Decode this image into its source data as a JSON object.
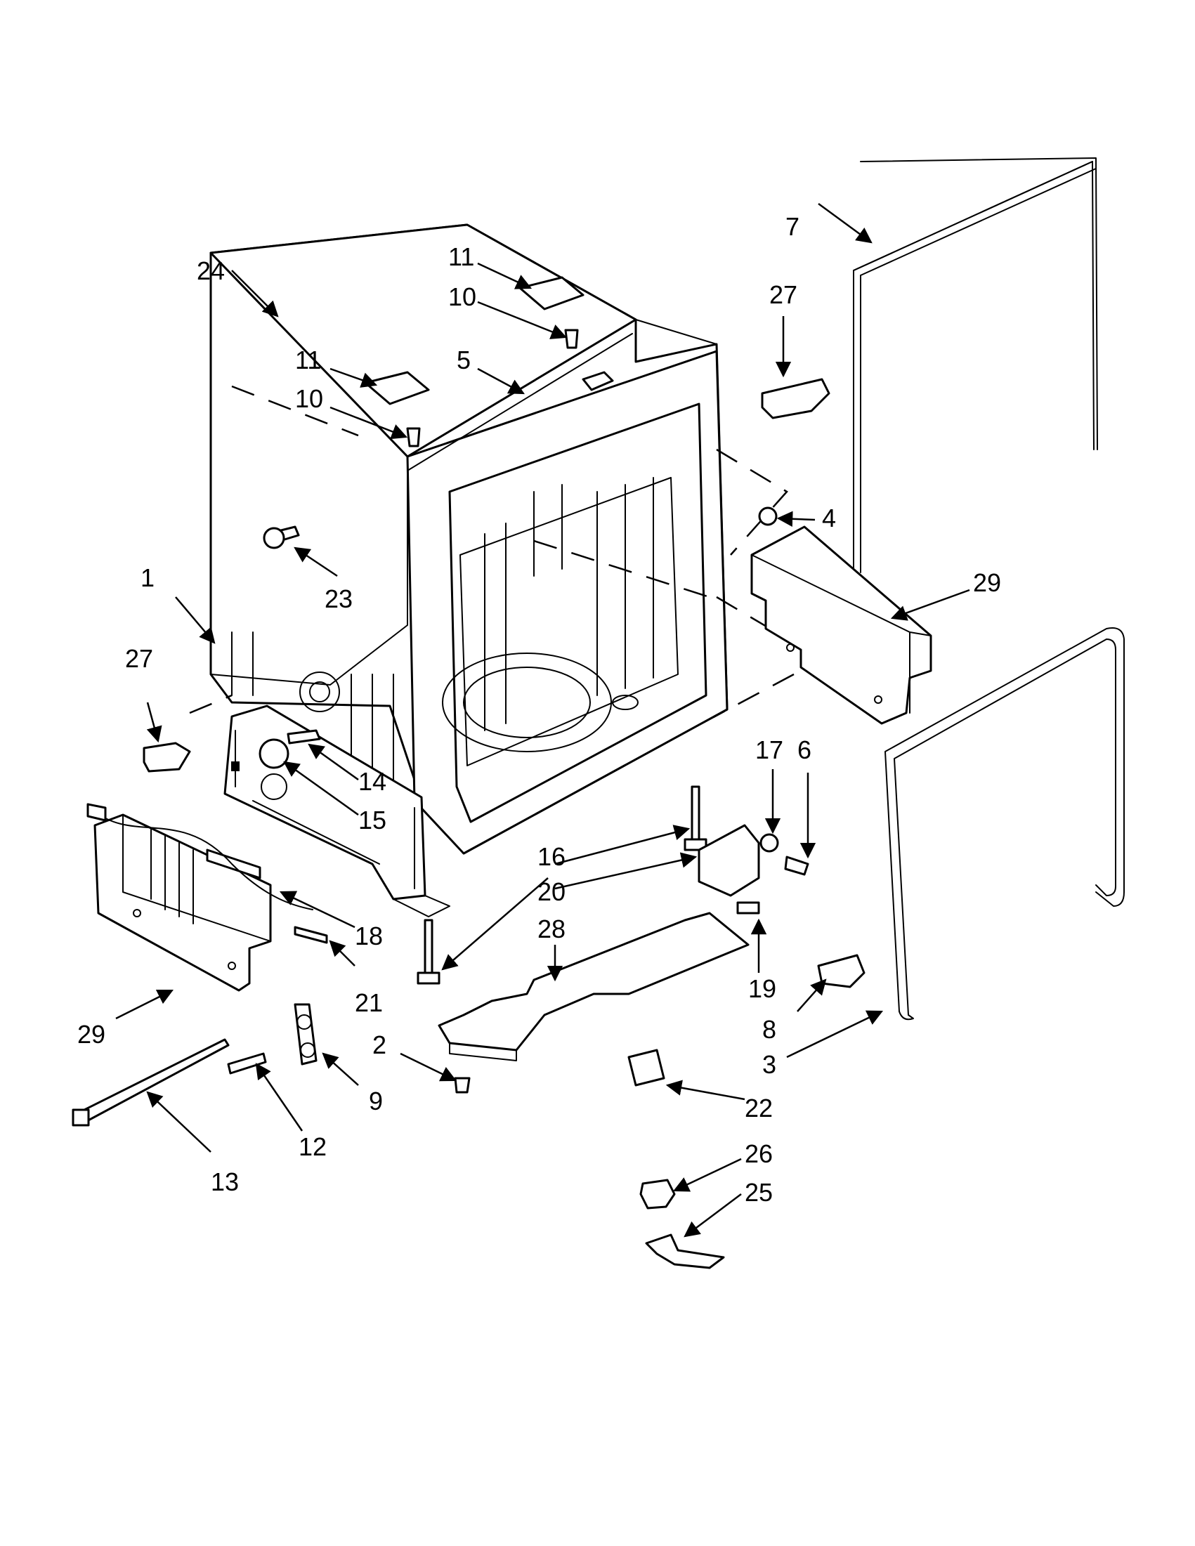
{
  "callouts": [
    {
      "key": "c1",
      "label": "1"
    },
    {
      "key": "c2",
      "label": "2"
    },
    {
      "key": "c3",
      "label": "3"
    },
    {
      "key": "c4",
      "label": "4"
    },
    {
      "key": "c5",
      "label": "5"
    },
    {
      "key": "c6",
      "label": "6"
    },
    {
      "key": "c7",
      "label": "7"
    },
    {
      "key": "c8",
      "label": "8"
    },
    {
      "key": "c9",
      "label": "9"
    },
    {
      "key": "c10a",
      "label": "10"
    },
    {
      "key": "c10b",
      "label": "10"
    },
    {
      "key": "c11a",
      "label": "11"
    },
    {
      "key": "c11b",
      "label": "11"
    },
    {
      "key": "c12",
      "label": "12"
    },
    {
      "key": "c13",
      "label": "13"
    },
    {
      "key": "c14",
      "label": "14"
    },
    {
      "key": "c15",
      "label": "15"
    },
    {
      "key": "c16a",
      "label": "16"
    },
    {
      "key": "c17",
      "label": "17"
    },
    {
      "key": "c18",
      "label": "18"
    },
    {
      "key": "c19",
      "label": "19"
    },
    {
      "key": "c20",
      "label": "20"
    },
    {
      "key": "c21",
      "label": "21"
    },
    {
      "key": "c22",
      "label": "22"
    },
    {
      "key": "c23",
      "label": "23"
    },
    {
      "key": "c24",
      "label": "24"
    },
    {
      "key": "c25",
      "label": "25"
    },
    {
      "key": "c26",
      "label": "26"
    },
    {
      "key": "c27a",
      "label": "27"
    },
    {
      "key": "c27b",
      "label": "27"
    },
    {
      "key": "c28",
      "label": "28"
    },
    {
      "key": "c29a",
      "label": "29"
    },
    {
      "key": "c29b",
      "label": "29"
    }
  ]
}
